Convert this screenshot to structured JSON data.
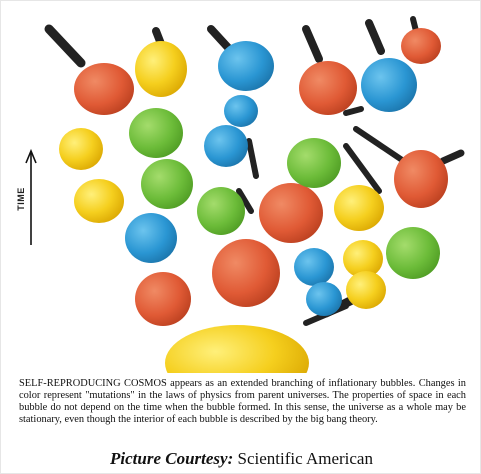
{
  "diagram": {
    "axis_label": "TIME",
    "colors": {
      "orange": "#e05a35",
      "yellow": "#f0c21a",
      "green": "#6cbc39",
      "blue": "#2a96d3",
      "stem": "#2b2b2b"
    }
  },
  "caption": {
    "lead": "SELF-REPRODUCING COSMOS",
    "body": " appears as an extended branching of inflationary bubbles. Changes in color represent \"mutations\" in the laws of physics from parent universes. The properties of space in each bubble do not depend on the time when the bubble formed. In this sense, the universe as a whole may be stationary, even though the interior of each bubble is described by the big bang theory."
  },
  "credit": {
    "prefix": "Picture Courtesy:",
    "source": " Scientific American"
  }
}
